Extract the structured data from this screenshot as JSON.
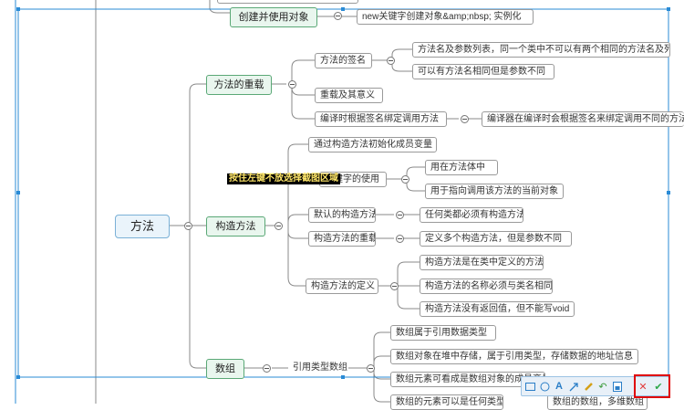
{
  "mindmap": {
    "top": {
      "create": "创建并使用对象",
      "new_kw": "new关键字创建对象&amp;nbsp; 实例化"
    },
    "root": "方法",
    "overload": {
      "label": "方法的重载",
      "signature": "方法的签名",
      "sig_1": "方法名及参数列表，同一个类中不可以有两个相同的方法名及列表",
      "sig_2": "可以有方法名相同但是参数不同",
      "meaning": "重载及其意义",
      "compile": "编译时根据签名绑定调用方法",
      "compile_detail": "编译器在编译时会根据签名来绑定调用不同的方法"
    },
    "ctor": {
      "label": "构造方法",
      "init": "通过构造方法初始化成员变量",
      "this_kw": "关键字的使用",
      "this_1": "用在方法体中",
      "this_2": "用于指向调用该方法的当前对象",
      "default": "默认的构造方法",
      "default_1": "任何类都必须有构造方法",
      "overload": "构造方法的重载",
      "overload_1": "定义多个构造方法，但是参数不同",
      "def": "构造方法的定义",
      "def_1": "构造方法是在类中定义的方法",
      "def_2": "构造方法的名称必须与类名相同",
      "def_3": "构造方法没有返回值，但不能写void"
    },
    "array": {
      "label": "数组",
      "ref": "引用类型数组",
      "a1": "数组属于引用数据类型",
      "a2": "数组对象在堆中存储，属于引用类型，存储数据的地址信息",
      "a3": "数组元素可看成是数组对象的成员变量",
      "a4": "数组的元素可以是任何类型",
      "a5": "数组的数组，多维数组"
    }
  },
  "overlay": {
    "tooltip": "按住左键不放选择截图区域"
  },
  "toolbar": {
    "tools": [
      "rect-icon",
      "ellipse-icon",
      "text-icon",
      "arrow-icon",
      "pen-icon",
      "undo-icon",
      "save-icon",
      "cancel-icon",
      "confirm-icon"
    ]
  },
  "colors": {
    "branch_line": "#6bbf73",
    "selection": "#2a8bd6",
    "highlight_box": "#e00000"
  }
}
